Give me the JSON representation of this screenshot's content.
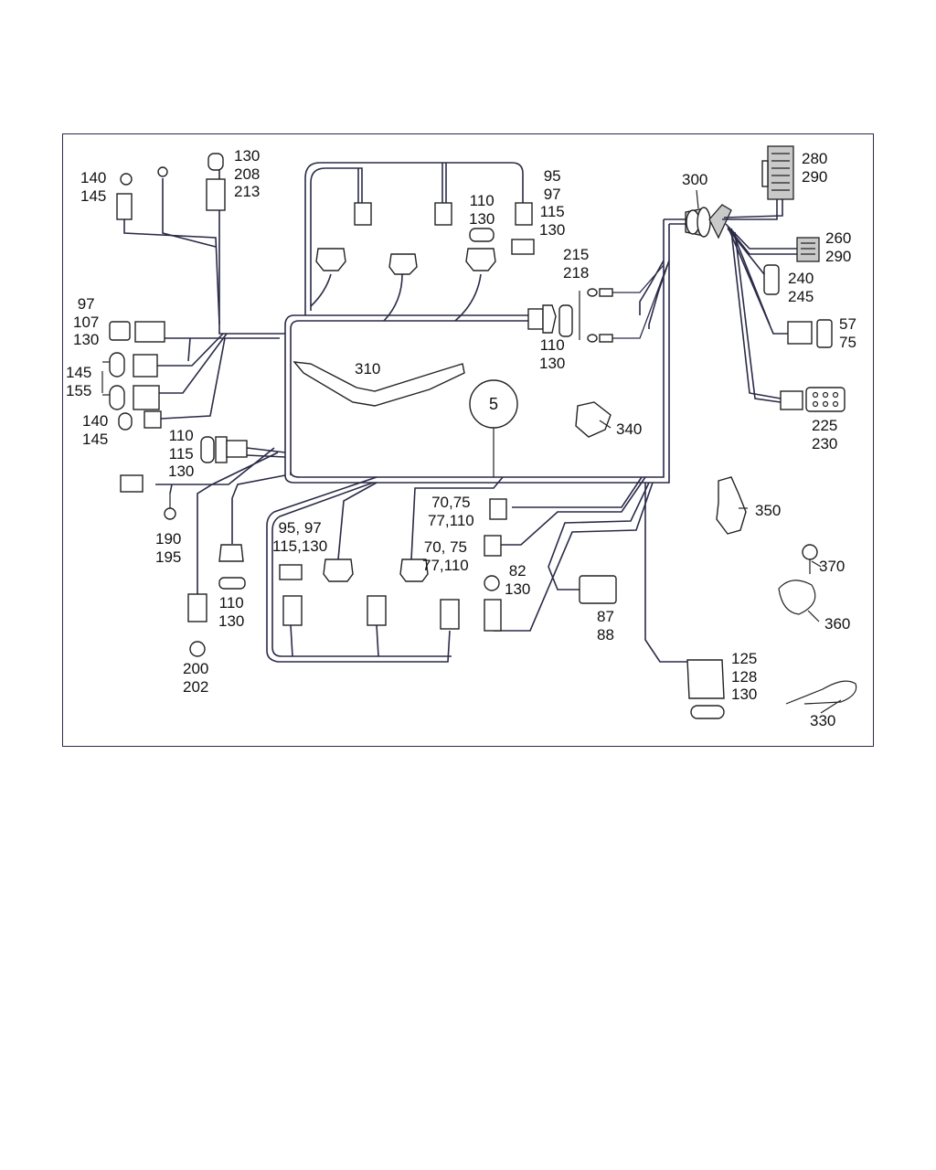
{
  "diagram": {
    "callout_circle_label": "5",
    "labels": [
      {
        "id": "l-140-145-top",
        "text": "140\n145"
      },
      {
        "id": "l-130-208-213",
        "text": "130\n208\n213"
      },
      {
        "id": "l-95-97-115-130-top",
        "text": "95\n97\n115\n130"
      },
      {
        "id": "l-110-130-top",
        "text": "110\n130"
      },
      {
        "id": "l-300",
        "text": "300"
      },
      {
        "id": "l-280-290",
        "text": "280\n290"
      },
      {
        "id": "l-260-290",
        "text": "260\n290"
      },
      {
        "id": "l-215-218",
        "text": "215\n218"
      },
      {
        "id": "l-240-245",
        "text": "240\n245"
      },
      {
        "id": "l-57-75",
        "text": "57\n75"
      },
      {
        "id": "l-97-107-130",
        "text": "97\n107\n130"
      },
      {
        "id": "l-110-130-mid",
        "text": "110\n130"
      },
      {
        "id": "l-145-155",
        "text": "145\n155"
      },
      {
        "id": "l-310",
        "text": "310"
      },
      {
        "id": "l-225-230",
        "text": "225\n230"
      },
      {
        "id": "l-140-145-mid",
        "text": "140\n145"
      },
      {
        "id": "l-340",
        "text": "340"
      },
      {
        "id": "l-110-115-130",
        "text": "110\n115\n130"
      },
      {
        "id": "l-190-195",
        "text": "190\n195"
      },
      {
        "id": "l-350",
        "text": "350"
      },
      {
        "id": "l-70-75-77-110-a",
        "text": "70,75\n77,110"
      },
      {
        "id": "l-95-97-115-130-low",
        "text": "95, 97\n115,130"
      },
      {
        "id": "l-70-75-77-110-b",
        "text": "70, 75\n77,110"
      },
      {
        "id": "l-370",
        "text": "370"
      },
      {
        "id": "l-82-130",
        "text": "82\n130"
      },
      {
        "id": "l-110-130-low",
        "text": "110\n130"
      },
      {
        "id": "l-87-88",
        "text": "87\n88"
      },
      {
        "id": "l-360",
        "text": "360"
      },
      {
        "id": "l-200-202",
        "text": "200\n202"
      },
      {
        "id": "l-125-128-130",
        "text": "125\n128\n130"
      },
      {
        "id": "l-330",
        "text": "330"
      }
    ]
  }
}
